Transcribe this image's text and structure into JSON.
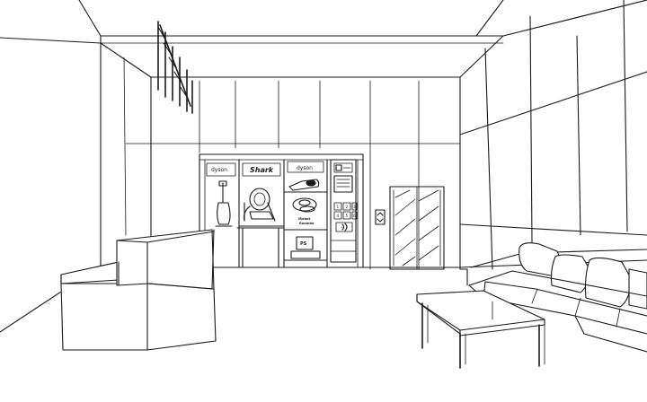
{
  "brands": {
    "dyson_left": "dyson",
    "shark": "Shark",
    "dyson_right": "dyson",
    "irobot": "iRobot",
    "irobot_sub": "Roomba"
  },
  "keypad": {
    "keys": [
      "1",
      "2",
      "3",
      "4",
      "5",
      "6"
    ]
  },
  "elevator": {
    "call_symbol": "▴▾"
  },
  "icons": {
    "playstation": "playstation-logo-icon",
    "wifi": "wireless-icon",
    "bulb": "light-bulb-icon"
  },
  "colors": {
    "line": "#1a1a1a",
    "background": "#ffffff"
  }
}
